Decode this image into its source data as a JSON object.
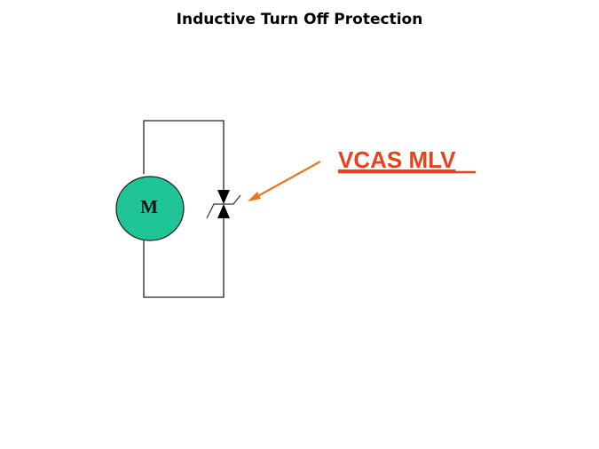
{
  "slide": {
    "title": "Inductive Turn Off Protection",
    "motor_label": "M",
    "callout_label": "VCAS MLV"
  },
  "colors": {
    "motor_fill": "#1fc597",
    "callout_text": "#e8421c",
    "arrow": "#e87722",
    "wire": "#222222"
  }
}
